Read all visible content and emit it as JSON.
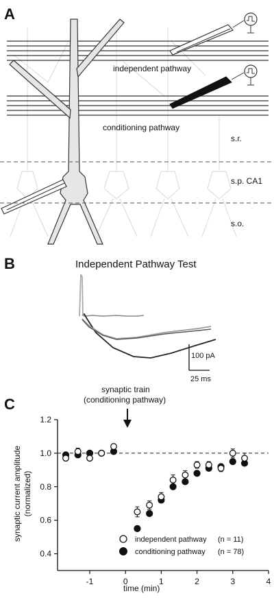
{
  "panel_a": {
    "letter": "A",
    "independent_label": "independent pathway",
    "conditioning_label": "conditioning pathway",
    "layer_sr": "s.r.",
    "layer_sp": "s.p. CA1",
    "layer_so": "s.o."
  },
  "panel_b": {
    "letter": "B",
    "title": "Independent Pathway Test",
    "scale_current": "100 pA",
    "scale_time": "25 ms"
  },
  "panel_c": {
    "letter": "C",
    "arrow_label_1": "synaptic train",
    "arrow_label_2": "(conditioning pathway)"
  },
  "chart_data": {
    "type": "scatter",
    "title": "",
    "xlabel": "time (min)",
    "ylabel_1": "synaptic current amplitude",
    "ylabel_2": "(normalized)",
    "xlim": [
      -1.9,
      4.0
    ],
    "ylim": [
      0.3,
      1.2
    ],
    "xticks": [
      -1,
      0,
      1,
      2,
      3,
      4
    ],
    "xtick_labels": [
      "-1",
      "0",
      "1",
      "2",
      "3",
      "4"
    ],
    "yticks": [
      0.4,
      0.6,
      0.8,
      1.0,
      1.2
    ],
    "ytick_labels": [
      "0.4",
      "0.6",
      "0.8",
      "1.0",
      "1.2"
    ],
    "reference_line": 1.0,
    "arrow_x": 0,
    "legend_position": "bottom-right",
    "series": [
      {
        "name": "independent pathway",
        "n_label": "(n = 11)",
        "marker": "open-circle",
        "x": [
          -1.67,
          -1.33,
          -1.0,
          -0.67,
          -0.33,
          0.33,
          0.67,
          1.0,
          1.33,
          1.67,
          2.0,
          2.33,
          2.67,
          3.0,
          3.33
        ],
        "y": [
          0.97,
          1.01,
          0.97,
          1.0,
          1.04,
          0.65,
          0.69,
          0.74,
          0.84,
          0.87,
          0.93,
          0.93,
          0.91,
          1.0,
          0.97
        ],
        "err": [
          0.015,
          0.02,
          0.015,
          0.01,
          0.015,
          0.03,
          0.025,
          0.025,
          0.03,
          0.025,
          0.02,
          0.02,
          0.02,
          0.025,
          0.03
        ]
      },
      {
        "name": "conditioning pathway",
        "n_label": "(n = 78)",
        "marker": "filled-circle",
        "x": [
          -1.67,
          -1.33,
          -1.0,
          -0.67,
          -0.33,
          0.33,
          0.67,
          1.0,
          1.33,
          1.67,
          2.0,
          2.33,
          2.67,
          3.0,
          3.33
        ],
        "y": [
          0.99,
          0.99,
          1.0,
          1.0,
          1.01,
          0.55,
          0.64,
          0.72,
          0.8,
          0.83,
          0.88,
          0.91,
          0.92,
          0.95,
          0.94
        ],
        "err": [
          0.005,
          0.005,
          0.005,
          0.005,
          0.005,
          0.01,
          0.01,
          0.01,
          0.01,
          0.01,
          0.01,
          0.01,
          0.01,
          0.01,
          0.01
        ]
      }
    ]
  }
}
